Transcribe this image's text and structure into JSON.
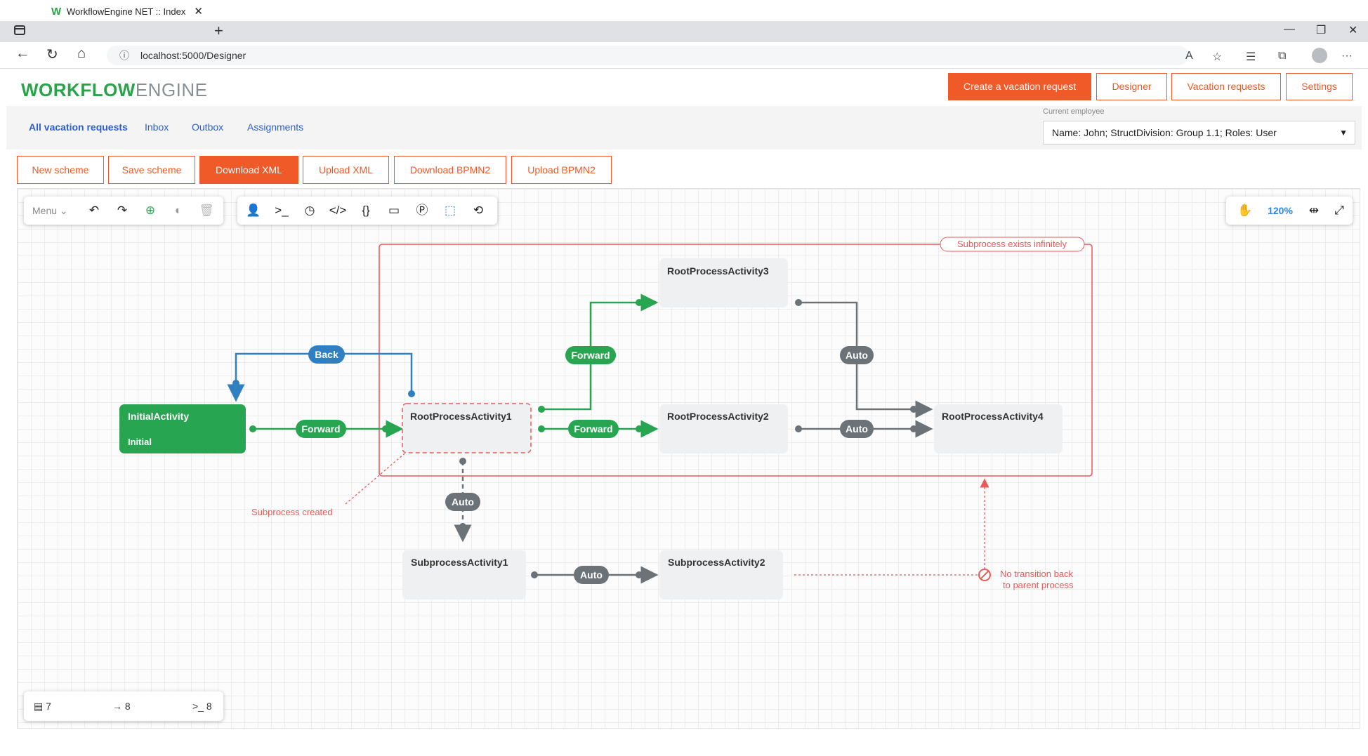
{
  "browser": {
    "tab_title": "WorkflowEngine NET :: Index",
    "url": "localhost:5000/Designer"
  },
  "header": {
    "logo_bold": "WORKFLOW",
    "logo_light": "ENGINE",
    "buttons": {
      "create": "Create a vacation request",
      "designer": "Designer",
      "vacation_requests": "Vacation requests",
      "settings": "Settings"
    }
  },
  "subnav": {
    "all": "All vacation requests",
    "inbox": "Inbox",
    "outbox": "Outbox",
    "assignments": "Assignments",
    "employee_label": "Current employee",
    "employee_value": "Name: John; StructDivision: Group 1.1; Roles: User"
  },
  "actions": {
    "new_scheme": "New scheme",
    "save_scheme": "Save scheme",
    "download_xml": "Download XML",
    "upload_xml": "Upload XML",
    "download_bpmn2": "Download BPMN2",
    "upload_bpmn2": "Upload BPMN2"
  },
  "toolbar": {
    "menu": "Menu",
    "zoom": "120%"
  },
  "diagram": {
    "colors": {
      "green": "#27a550",
      "blue": "#2f7fc1",
      "gray": "#6b7378",
      "red": "#ea5a5a",
      "node": "#eef0f1"
    },
    "activities": {
      "initial": "InitialActivity",
      "initial_sub": "Initial",
      "root1": "RootProcessActivity1",
      "root2": "RootProcessActivity2",
      "root3": "RootProcessActivity3",
      "root4": "RootProcessActivity4",
      "sub1": "SubprocessActivity1",
      "sub2": "SubprocessActivity2"
    },
    "transitions": {
      "back": "Back",
      "forward": "Forward",
      "auto": "Auto"
    },
    "annotations": {
      "subprocess_infinite": "Subprocess exists infinitely",
      "subprocess_created": "Subprocess created",
      "no_transition_line1": "No transition back",
      "no_transition_line2": "to parent process"
    }
  },
  "stats": {
    "activities": "7",
    "transitions": "8",
    "commands": "8"
  }
}
